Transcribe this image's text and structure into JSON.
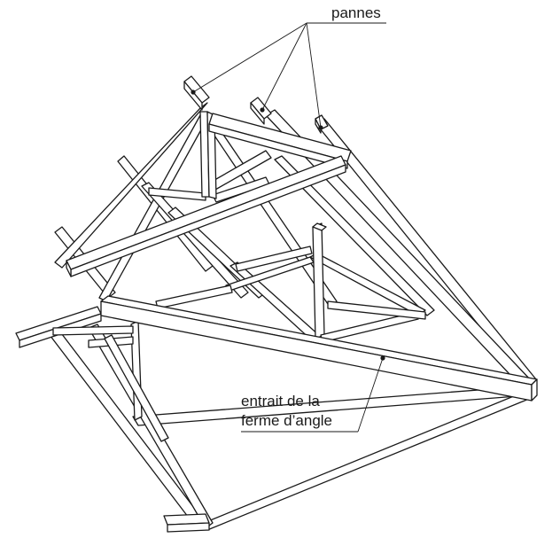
{
  "labels": {
    "pannes": "pannes",
    "entrait_line1": "entrait de la",
    "entrait_line2": "ferme d’angle"
  }
}
